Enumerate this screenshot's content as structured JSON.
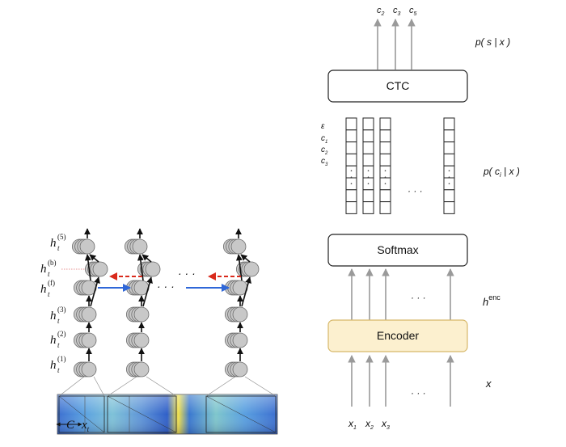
{
  "colors": {
    "arrow_gray": "#9a9a9a",
    "encoder_fill": "#fcf0cf",
    "encoder_stroke": "#d7b86a",
    "node_fill": "#c8c8c8",
    "node_stroke": "#6a6a6a",
    "forward_arrow": "#2f67d8",
    "backward_arrow": "#d92a1c",
    "backward_link": "#e07070"
  },
  "right": {
    "outputs": [
      {
        "base": "c",
        "sub": "2"
      },
      {
        "base": "c",
        "sub": "3"
      },
      {
        "base": "c",
        "sub": "5"
      }
    ],
    "p_s_given_x": "p( s | x )",
    "ctc_label": "CTC",
    "vocab_labels": [
      {
        "base": "ε",
        "sub": ""
      },
      {
        "base": "c",
        "sub": "1"
      },
      {
        "base": "c",
        "sub": "2"
      },
      {
        "base": "c",
        "sub": "3"
      }
    ],
    "column_dots": "· · ·",
    "p_c_given_x": {
      "pre": "p( c",
      "sub": "i",
      "post": " | x )"
    },
    "softmax_label": "Softmax",
    "h_enc": {
      "base": "h",
      "sup": "enc"
    },
    "encoder_label": "Encoder",
    "arrow_dots_upper": "· · ·",
    "arrow_dots_lower": "· · ·",
    "x_label": "x",
    "inputs": [
      {
        "base": "x",
        "sub": "1"
      },
      {
        "base": "x",
        "sub": "2"
      },
      {
        "base": "x",
        "sub": "3"
      }
    ]
  },
  "left": {
    "layer_labels": [
      {
        "base": "h",
        "sub": "t",
        "sup": "(5)"
      },
      {
        "base": "h",
        "sub": "t",
        "sup": "(b)"
      },
      {
        "base": "h",
        "sub": "t",
        "sup": "(f)"
      },
      {
        "base": "h",
        "sub": "t",
        "sup": "(3)"
      },
      {
        "base": "h",
        "sub": "t",
        "sup": "(2)"
      },
      {
        "base": "h",
        "sub": "t",
        "sup": "(1)"
      }
    ],
    "time_dots": "· · ·",
    "context_label": "C",
    "xt_label": {
      "base": "x",
      "sub": "t"
    }
  }
}
